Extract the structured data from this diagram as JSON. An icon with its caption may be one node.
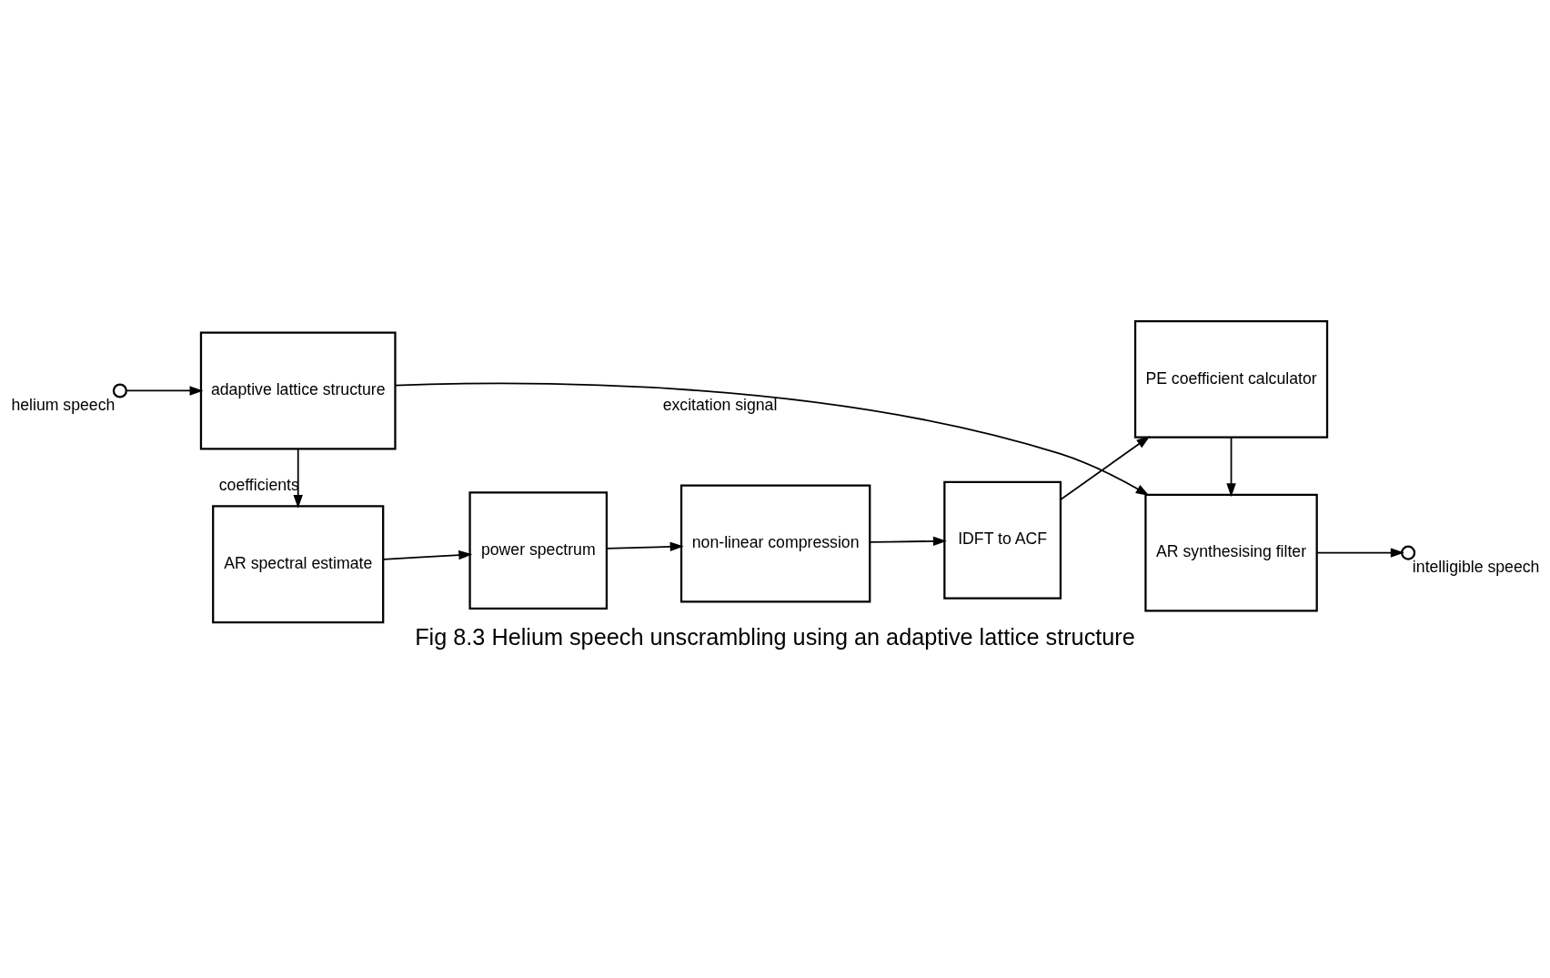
{
  "diagram": {
    "caption": "Fig 8.3 Helium speech unscrambling using an adaptive lattice structure",
    "nodes": [
      {
        "text": [],
        "shape": "circle",
        "beside": [
          "helium speech"
        ]
      },
      {
        "text": [
          "adaptive lattice structure"
        ]
      },
      {
        "text": [
          "AR synthesising filter"
        ]
      },
      {
        "text": [],
        "shape": "circle",
        "beside": [
          "intelligible speech"
        ]
      },
      {
        "text": [
          "AR spectral estimate"
        ]
      },
      {
        "text": [
          "power spectrum"
        ]
      },
      {
        "text": [
          "non-linear compression"
        ]
      },
      {
        "text": [
          "IDFT to ACF"
        ]
      },
      {
        "text": [
          "PE coefficient calculator"
        ]
      }
    ],
    "edges": [
      {
        "from": 0,
        "to": 1,
        "arrow": "to"
      },
      {
        "from": 1,
        "to": 2,
        "arrow": "to",
        "label": "excitation signal"
      },
      {
        "from": 2,
        "to": 3,
        "arrow": "to"
      },
      {
        "from": 1,
        "to": 4,
        "arrow": "to",
        "label": "coefficients"
      },
      {
        "from": 4,
        "to": 5,
        "arrow": "to"
      },
      {
        "from": 5,
        "to": 6,
        "arrow": "to"
      },
      {
        "from": 6,
        "to": 7,
        "arrow": "to"
      },
      {
        "from": 7,
        "to": 8,
        "arrow": "to"
      },
      {
        "from": 8,
        "to": 2,
        "arrow": "to"
      }
    ]
  }
}
